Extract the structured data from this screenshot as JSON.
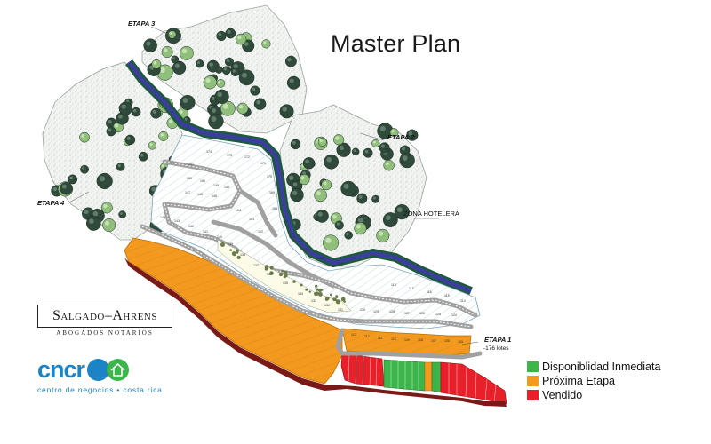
{
  "title": "Master Plan",
  "stages": {
    "etapa1": "ETAPA 1",
    "etapa1_lots": "-176 lotes",
    "etapa2": "ETAPA 2",
    "etapa3": "ETAPA 3",
    "etapa4": "ETAPA 4"
  },
  "zone_hotelera": "ZONA HOTELERA",
  "legend": [
    {
      "label": "Disponiblidad Inmediata",
      "color": "#3cb54a"
    },
    {
      "label": "Próxima Etapa",
      "color": "#f39a1e"
    },
    {
      "label": "Vendido",
      "color": "#e8202a"
    }
  ],
  "logos": {
    "salgado_name": "Salgado–Ahrens",
    "salgado_sub": "ABOGADOS NOTARIOS",
    "cncr_word": "cncr",
    "cncr_sub": "centro de negocios • costa rica",
    "cncr_colors": [
      "#1a84c7",
      "#3cb54a"
    ]
  },
  "map_colors": {
    "forest_bg": "#eef1ee",
    "tree_dark": "#2f4a3a",
    "tree_light": "#8fbf7a",
    "river_blue": "#3a3f9c",
    "river_green": "#1d5a3a",
    "road_gray": "#9a9a9a",
    "lot_white": "#ffffff",
    "lot_line": "#8ab5c8",
    "orange": "#f39a1e",
    "green": "#3cb54a",
    "red": "#e8202a",
    "cliff": "#7a1a18"
  },
  "lot_numbers": [
    "174",
    "173",
    "172",
    "171",
    "170",
    "169",
    "168",
    "151",
    "150",
    "149",
    "148",
    "147",
    "146",
    "145",
    "144",
    "143",
    "142",
    "141",
    "140",
    "139",
    "138",
    "137",
    "136",
    "135",
    "134",
    "133",
    "132",
    "131",
    "130",
    "129",
    "128",
    "127",
    "126",
    "125",
    "124",
    "123",
    "122",
    "121",
    "120",
    "119",
    "118",
    "117",
    "116",
    "115",
    "114",
    "113",
    "112",
    "111",
    "110",
    "109",
    "108",
    "107",
    "106",
    "105",
    "104",
    "103",
    "102",
    "101"
  ]
}
